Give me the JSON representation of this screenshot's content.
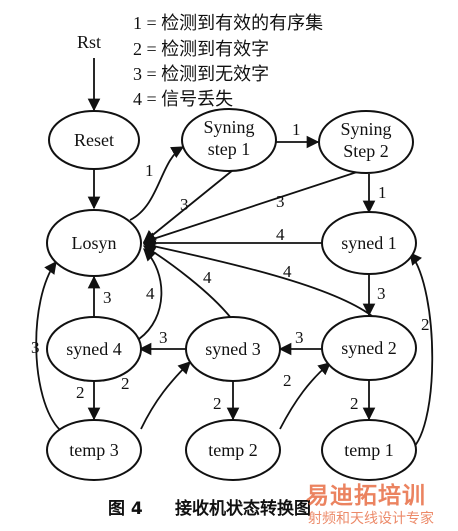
{
  "legend": [
    "1 = 检测到有效的有序集",
    "2 = 检测到有效字",
    "3 = 检测到无效字",
    "4 = 信号丢失"
  ],
  "entry": "Rst",
  "nodes": {
    "reset": {
      "line1": "Reset",
      "line2": ""
    },
    "step1": {
      "line1": "Syning",
      "line2": "step 1"
    },
    "step2": {
      "line1": "Syning",
      "line2": "Step 2"
    },
    "losyn": {
      "line1": "Losyn",
      "line2": ""
    },
    "synced1": {
      "line1": "syned 1",
      "line2": ""
    },
    "synced2": {
      "line1": "syned 2",
      "line2": ""
    },
    "synced3": {
      "line1": "syned 3",
      "line2": ""
    },
    "synced4": {
      "line1": "syned 4",
      "line2": ""
    },
    "temp1": {
      "line1": "temp 1",
      "line2": ""
    },
    "temp2": {
      "line1": "temp 2",
      "line2": ""
    },
    "temp3": {
      "line1": "temp 3",
      "line2": ""
    }
  },
  "edges": [
    {
      "id": "rst-reset",
      "label": ""
    },
    {
      "id": "reset-losyn",
      "label": ""
    },
    {
      "id": "losyn-step1",
      "label": "1"
    },
    {
      "id": "step1-step2",
      "label": "1"
    },
    {
      "id": "step1-losyn",
      "label": "3"
    },
    {
      "id": "step2-losyn",
      "label": "3"
    },
    {
      "id": "step2-synced1",
      "label": "1"
    },
    {
      "id": "synced1-losyn",
      "label": "4"
    },
    {
      "id": "synced2-losyn",
      "label": "4"
    },
    {
      "id": "synced3-losyn",
      "label": "4"
    },
    {
      "id": "synced4-losyn-a",
      "label": "3"
    },
    {
      "id": "synced4-losyn-b",
      "label": "4"
    },
    {
      "id": "synced1-synced2",
      "label": "3"
    },
    {
      "id": "synced2-synced3",
      "label": "3"
    },
    {
      "id": "synced3-synced4",
      "label": "3"
    },
    {
      "id": "synced2-temp1",
      "label": "2"
    },
    {
      "id": "synced3-temp2",
      "label": "2"
    },
    {
      "id": "synced4-temp3",
      "label": "2"
    },
    {
      "id": "temp1-synced1",
      "label": "2"
    },
    {
      "id": "temp2-synced2",
      "label": "2"
    },
    {
      "id": "temp3-synced3",
      "label": "2"
    },
    {
      "id": "temp3-losyn",
      "label": "3"
    }
  ],
  "caption": {
    "number": "图 4",
    "title": "接收机状态转换图"
  },
  "watermark": {
    "logo": "易迪拓培训",
    "sub": "射频和天线设计专家"
  }
}
